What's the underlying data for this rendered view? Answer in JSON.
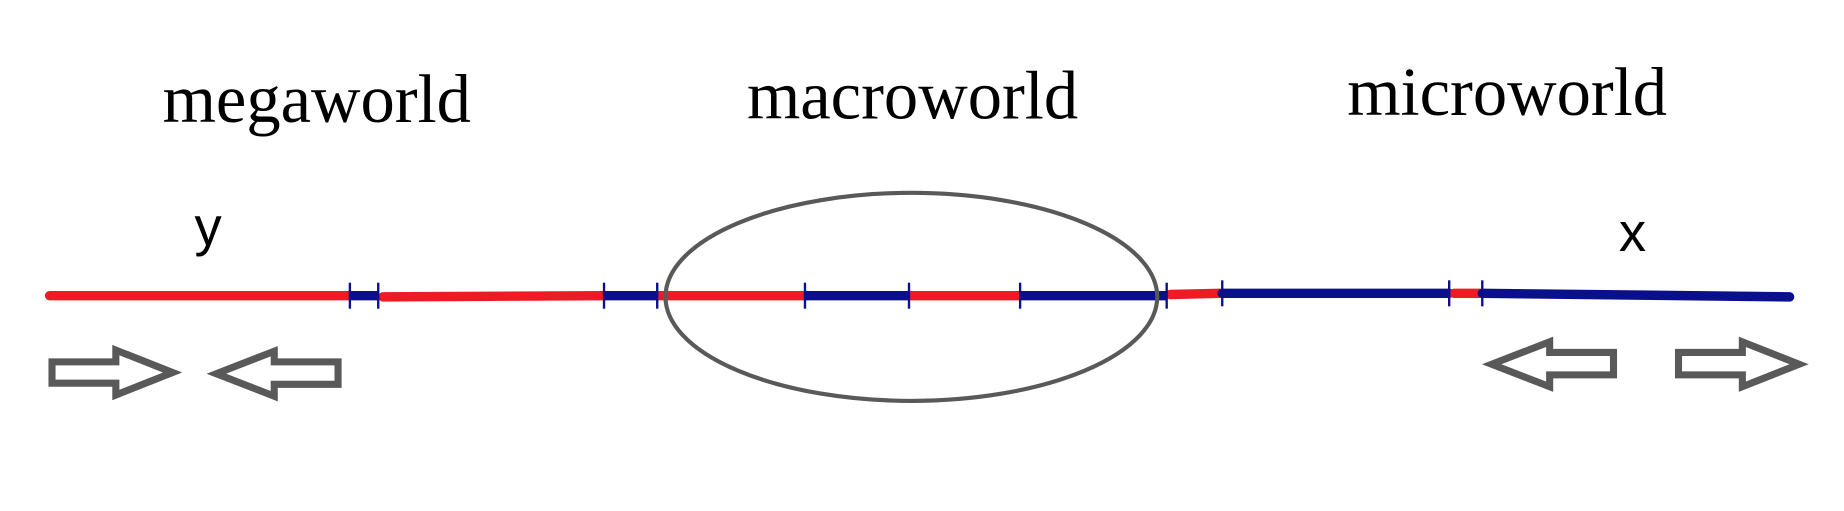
{
  "labels": {
    "megaworld": "megaworld",
    "macroworld": "macroworld",
    "microworld": "microworld",
    "y_axis": "y",
    "x_axis": "x"
  },
  "colors": {
    "red": "#ed1c24",
    "blue": "#0a0f8c",
    "gray": "#595959"
  }
}
